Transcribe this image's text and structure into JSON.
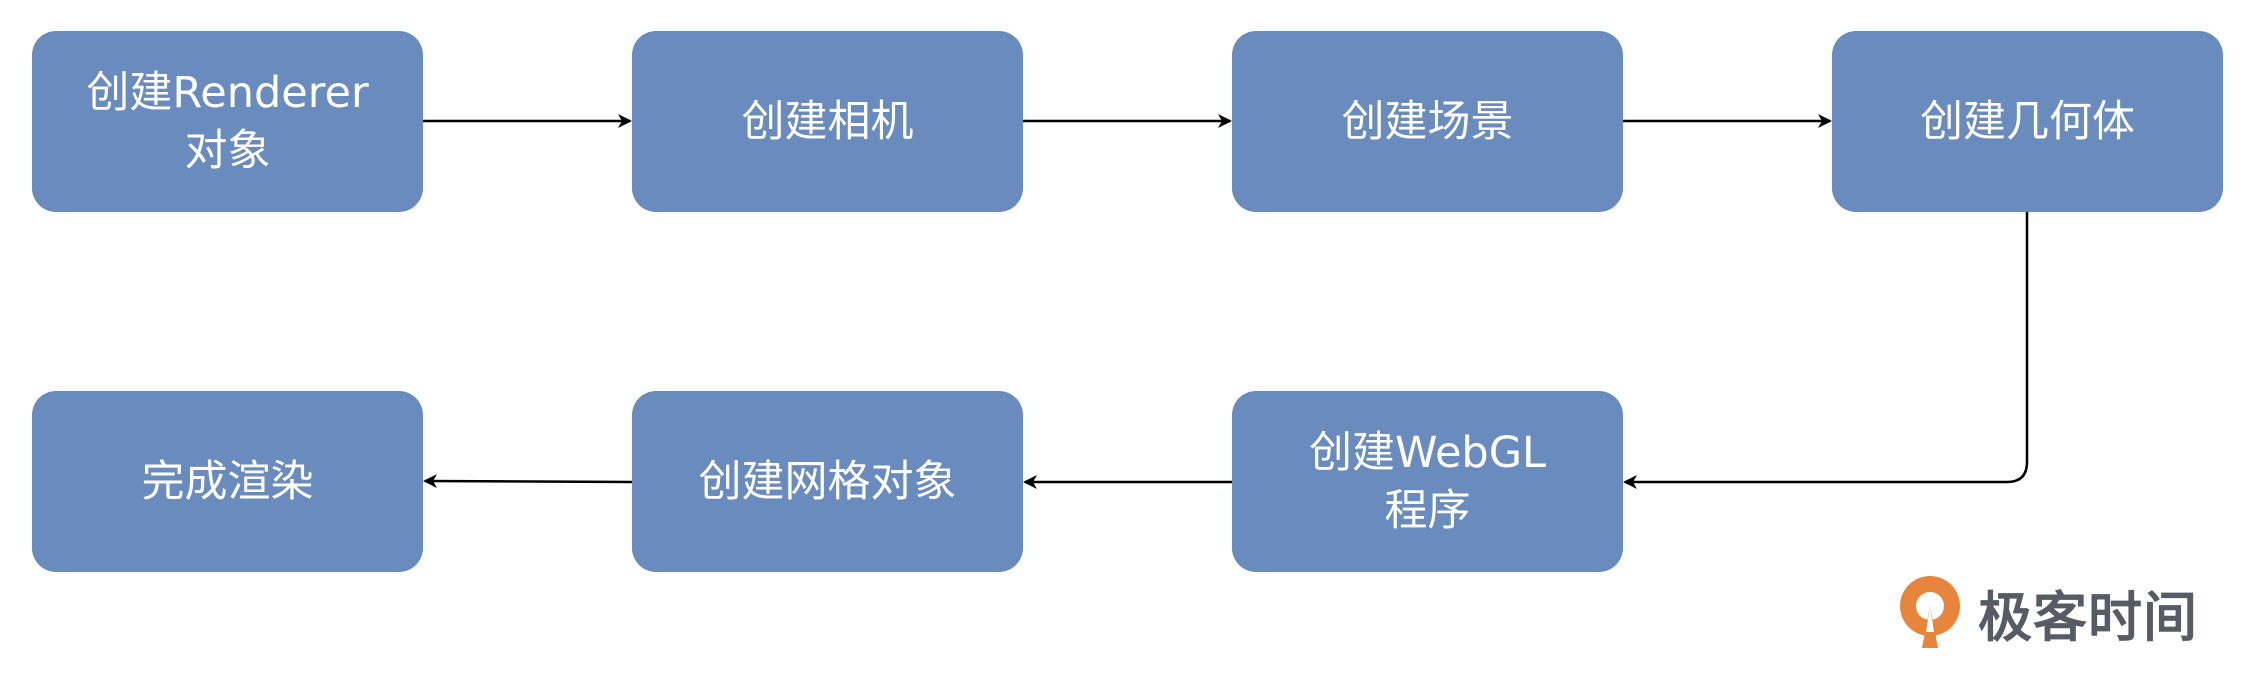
{
  "nodes": [
    {
      "label": "创建Renderer\n对象"
    },
    {
      "label": "创建相机"
    },
    {
      "label": "创建场景"
    },
    {
      "label": "创建几何体"
    },
    {
      "label": "创建WebGL\n程序"
    },
    {
      "label": "创建网格对象"
    },
    {
      "label": "完成渲染"
    }
  ],
  "colors": {
    "node_fill": "#6a8bbd",
    "node_text": "#ffffff",
    "edge": "#000000",
    "logo_orange": "#e8853d",
    "logo_text": "#575b63"
  },
  "watermark": {
    "text": "极客时间",
    "icon": "geektime-logo-icon"
  }
}
